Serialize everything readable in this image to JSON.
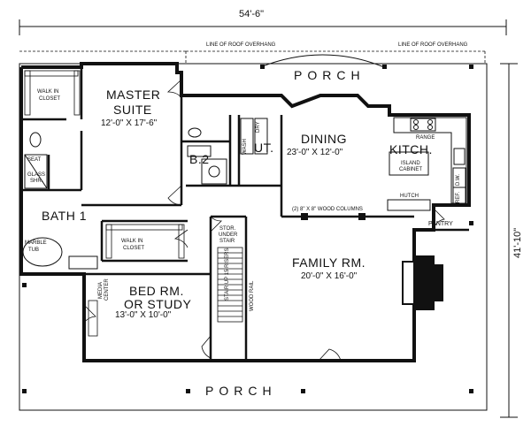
{
  "dimensions": {
    "width": "54'-6\"",
    "depth": "41'-10\""
  },
  "notes": {
    "roof_overhang_left": "LINE OF ROOF OVERHANG",
    "roof_overhang_right": "LINE OF ROOF OVERHANG",
    "wood_columns": "(2) 8\" X 8\" WOOD COLUMNS",
    "wood_rail": "WOOD RAIL",
    "stairs": "STAIR UP 15 RISERS"
  },
  "rooms": {
    "porch_front": "PORCH",
    "porch_back": "PORCH",
    "master_suite": {
      "name_line1": "MASTER",
      "name_line2": "SUITE",
      "size": "12'-0\" X 17'-6\""
    },
    "walk_in_closet_master": {
      "line1": "WALK IN",
      "line2": "CLOSET"
    },
    "walk_in_closet_bath": {
      "line1": "WALK IN",
      "line2": "CLOSET"
    },
    "bath1": "BATH 1",
    "seat": "SEAT",
    "glass_shower": {
      "line1": "GLASS",
      "line2": "SHR."
    },
    "marble_tub": {
      "line1": "MARBLE",
      "line2": "TUB"
    },
    "b2": "B.2",
    "ut": "UT.",
    "wash": "WASH",
    "dry": "DRY",
    "dining": {
      "name": "DINING",
      "size": "23'-0\" X 12'-0\""
    },
    "kitchen": "KITCH.",
    "range": "RANGE",
    "island_cabinet": {
      "line1": "ISLAND",
      "line2": "CABINET"
    },
    "hutch": "HUTCH",
    "dw": "D.W.",
    "ref": "REF.",
    "pantry": "PANTRY",
    "storage": {
      "line1": "STOR.",
      "line2": "UNDER",
      "line3": "STAIR"
    },
    "family_room": {
      "name": "FAMILY RM.",
      "size": "20'-0\" X 16'-0\""
    },
    "bedroom": {
      "name_line1": "BED RM.",
      "name_line2": "OR STUDY",
      "size": "13'-0\" X 10'-0\""
    },
    "media_center": {
      "line1": "MEDIA",
      "line2": "CENTER"
    }
  }
}
